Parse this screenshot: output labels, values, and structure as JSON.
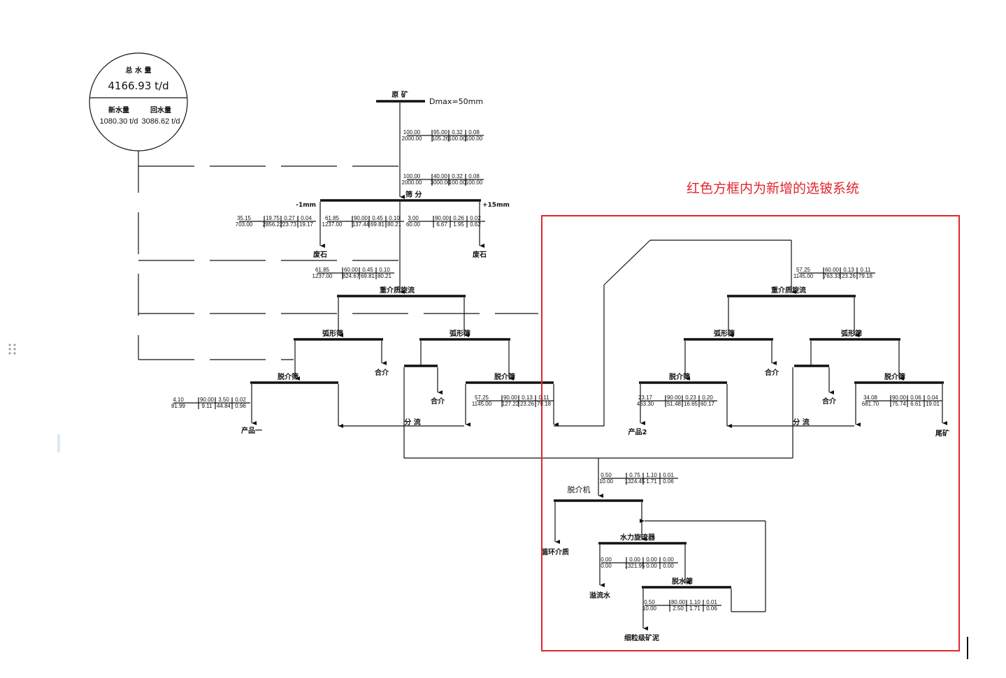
{
  "water_balance": {
    "total_label": "总 水 量",
    "total_value": "4166.93 t/d",
    "new_label": "新水量",
    "return_label": "回水量",
    "new_value": "1080.30 t/d",
    "return_value": "3086.62 t/d"
  },
  "note": "红色方框内为新增的选铍系统",
  "colors": {
    "highlight_box": "#e0262e",
    "line": "#111111"
  },
  "feed": {
    "label": "原  矿",
    "size": "Dmax=50mm"
  },
  "labels": {
    "screening": "筛 分",
    "fine_cut": "-1mm",
    "coarse_cut": "+15mm",
    "waste_1": "废石",
    "waste_2": "废石",
    "dms_cyclone_1": "重介质旋流",
    "dms_cyclone_2": "重介质旋流",
    "sieve_bend_1": "弧形筛",
    "sieve_bend_2": "弧形筛",
    "sieve_bend_3": "弧形筛",
    "sieve_bend_4": "弧形筛",
    "drain_screen_1": "脱介筛",
    "drain_screen_2": "脱介筛",
    "drain_screen_3": "脱介筛",
    "drain_screen_4": "脱介筛",
    "correct_medium_1": "合介",
    "correct_medium_2": "合介",
    "correct_medium_3": "合介",
    "correct_medium_4": "合介",
    "product_1": "产品一",
    "product_2": "产品2",
    "split_1": "分 流",
    "split_2": "分 流",
    "tailings": "尾矿",
    "demag": "脱介机",
    "circ_medium": "循环介质",
    "hydrocyclone": "水力旋流器",
    "overflow": "溢流水",
    "dewater_screen": "脱水筛",
    "slime": "细粒级矿泥"
  },
  "tables": {
    "t1": {
      "top": [
        "100.00",
        "95.00",
        "0.32",
        "0.08"
      ],
      "bottom": [
        "2000.00",
        "105.26",
        "100.00",
        "100.00"
      ]
    },
    "t2": {
      "top": [
        "100.00",
        "40.00",
        "0.32",
        "0.08"
      ],
      "bottom": [
        "2000.00",
        "3000.00",
        "100.00",
        "100.00"
      ]
    },
    "t3": {
      "top": [
        "35.15",
        "19.75",
        "0.27",
        "0.04"
      ],
      "bottom": [
        "703.00",
        "2856.22",
        "23.73",
        "19.17"
      ]
    },
    "t4": {
      "top": [
        "61.85",
        "90.00",
        "0.45",
        "0.10"
      ],
      "bottom": [
        "1237.00",
        "137.44",
        "69.81",
        "80.21"
      ]
    },
    "t5": {
      "top": [
        "3.00",
        "90.00",
        "0.26",
        "0.02"
      ],
      "bottom": [
        "60.00",
        "6.67",
        "1.95",
        "0.62"
      ]
    },
    "t6": {
      "top": [
        "61.85",
        "60.00",
        "0.45",
        "0.10"
      ],
      "bottom": [
        "1237.00",
        "824.67",
        "69.81",
        "80.21"
      ]
    },
    "t7": {
      "top": [
        "4.10",
        "90.00",
        "3.50",
        "0.02"
      ],
      "bottom": [
        "81.99",
        "9.11",
        "44.84",
        "0.96"
      ]
    },
    "t8": {
      "top": [
        "57.25",
        "90.00",
        "0.13",
        "0.11"
      ],
      "bottom": [
        "1145.00",
        "127.22",
        "23.26",
        "79.18"
      ]
    },
    "t9": {
      "top": [
        "57.25",
        "60.00",
        "0.13",
        "0.11"
      ],
      "bottom": [
        "1145.00",
        "763.33",
        "23.26",
        "79.18"
      ]
    },
    "t10": {
      "top": [
        "23.17",
        "90.00",
        "0.23",
        "0.20"
      ],
      "bottom": [
        "463.30",
        "51.48",
        "16.65",
        "60.17"
      ]
    },
    "t11": {
      "top": [
        "34.08",
        "90.00",
        "0.06",
        "0.04"
      ],
      "bottom": [
        "681.70",
        "75.74",
        "6.61",
        "19.01"
      ]
    },
    "t12": {
      "top": [
        "0.50",
        "0.75",
        "1.10",
        "0.01"
      ],
      "bottom": [
        "10.00",
        "1324.45",
        "1.71",
        "0.06"
      ]
    },
    "t13": {
      "top": [
        "0.00",
        "0.00",
        "0.00",
        "0.00"
      ],
      "bottom": [
        "0.00",
        "1321.95",
        "0.00",
        "0.00"
      ]
    },
    "t14": {
      "top": [
        "0.50",
        "80.00",
        "1.10",
        "0.01"
      ],
      "bottom": [
        "10.00",
        "2.50",
        "1.71",
        "0.06"
      ]
    }
  }
}
